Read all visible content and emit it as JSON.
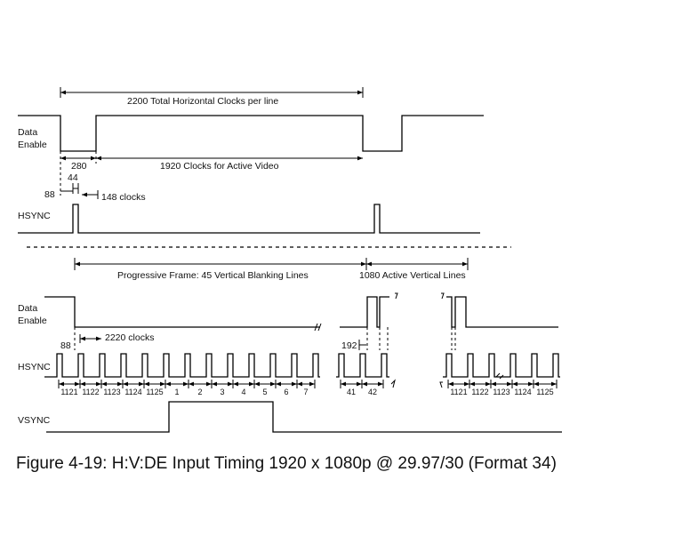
{
  "top": {
    "total_clocks_label": "2200 Total Horizontal Clocks per line",
    "de_label": [
      "Data",
      "Enable"
    ],
    "blank_280": "280",
    "active_label": "1920 Clocks for Active Video",
    "sync_width": "44",
    "front_porch": "88",
    "back_porch": "148 clocks",
    "hsync_label": "HSYNC"
  },
  "bottom": {
    "vblank_label": "Progressive Frame: 45 Vertical Blanking Lines",
    "vactive_label": "1080 Active Vertical Lines",
    "de_label": [
      "Data",
      "Enable"
    ],
    "offset_88": "88",
    "line_clocks": "2220 clocks",
    "offset_192": "192",
    "hsync_label": "HSYNC",
    "vsync_label": "VSYNC",
    "line_numbers_a": [
      "1121",
      "1122",
      "1123",
      "1124",
      "1125",
      "1",
      "2",
      "3",
      "4",
      "5",
      "6",
      "7"
    ],
    "line_numbers_b": [
      "41",
      "42"
    ],
    "line_numbers_c": [
      "1121",
      "1122",
      "1123",
      "1124",
      "1125"
    ]
  },
  "caption": "Figure 4-19: H:V:DE Input Timing 1920 x 1080p @ 29.97/30 (Format 34)"
}
